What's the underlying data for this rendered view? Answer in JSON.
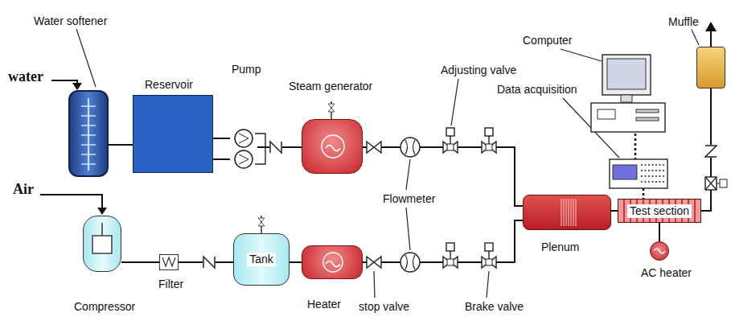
{
  "diagram": {
    "nodes": [
      {
        "text": [
          "Water softener"
        ]
      },
      {
        "text": [
          "Reservoir"
        ]
      },
      {
        "text": [
          "Pump"
        ]
      },
      {
        "text": [
          "Steam generator"
        ]
      },
      {
        "text": [
          "Computer"
        ]
      },
      {
        "text": [
          "Muffle"
        ]
      },
      {
        "text": [
          "Data acquisition"
        ]
      },
      {
        "text": [
          "Compressor"
        ]
      },
      {
        "text": [
          "Filter"
        ]
      },
      {
        "text": [
          "Tank"
        ]
      },
      {
        "text": [
          "Heater"
        ]
      },
      {
        "text": [
          "Plenum"
        ]
      },
      {
        "text": [
          "Test section"
        ]
      },
      {
        "text": [
          "AC heater"
        ]
      }
    ],
    "edges": [
      {
        "from": 0,
        "to": 1,
        "arrow": "none"
      },
      {
        "from": 1,
        "to": 2,
        "arrow": "none"
      },
      {
        "from": 1,
        "to": 2,
        "arrow": "none"
      },
      {
        "from": 2,
        "to": 3,
        "arrow": "none"
      },
      {
        "from": 3,
        "to": 11,
        "arrow": "none"
      },
      {
        "from": 7,
        "to": 8,
        "arrow": "none"
      },
      {
        "from": 8,
        "to": 9,
        "arrow": "none"
      },
      {
        "from": 9,
        "to": 10,
        "arrow": "none"
      },
      {
        "from": 10,
        "to": 11,
        "arrow": "none"
      },
      {
        "from": 11,
        "to": 12,
        "arrow": "none"
      },
      {
        "from": 12,
        "to": 5,
        "arrow": "none"
      },
      {
        "from": 4,
        "to": 6,
        "arrow": "none"
      },
      {
        "from": 6,
        "to": 12,
        "arrow": "none"
      },
      {
        "from": 13,
        "to": 12,
        "arrow": "none"
      }
    ],
    "labels": [
      "water",
      "Air",
      "Adjusting valve",
      "Flowmeter",
      "stop valve",
      "Brake valve"
    ]
  }
}
